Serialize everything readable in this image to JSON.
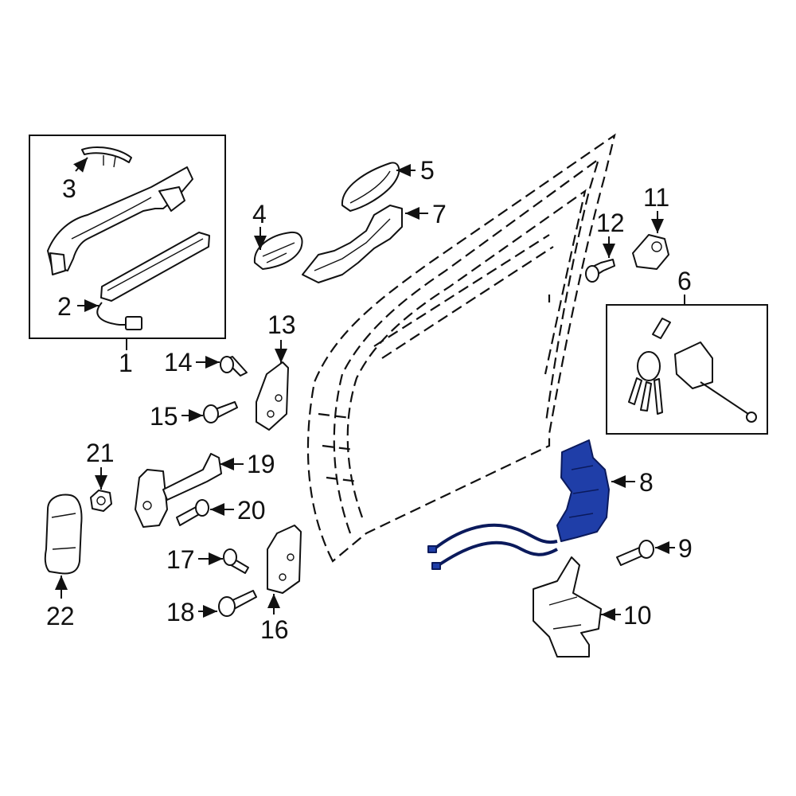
{
  "diagram": {
    "callouts": {
      "c1": "1",
      "c2": "2",
      "c3": "3",
      "c4": "4",
      "c5": "5",
      "c6": "6",
      "c7": "7",
      "c8": "8",
      "c9": "9",
      "c10": "10",
      "c11": "11",
      "c12": "12",
      "c13": "13",
      "c14": "14",
      "c15": "15",
      "c16": "16",
      "c17": "17",
      "c18": "18",
      "c19": "19",
      "c20": "20",
      "c21": "21",
      "c22": "22"
    },
    "highlight_part": "8",
    "colors": {
      "highlight": "#1f3ea8",
      "line": "#111111",
      "background": "#ffffff"
    }
  }
}
